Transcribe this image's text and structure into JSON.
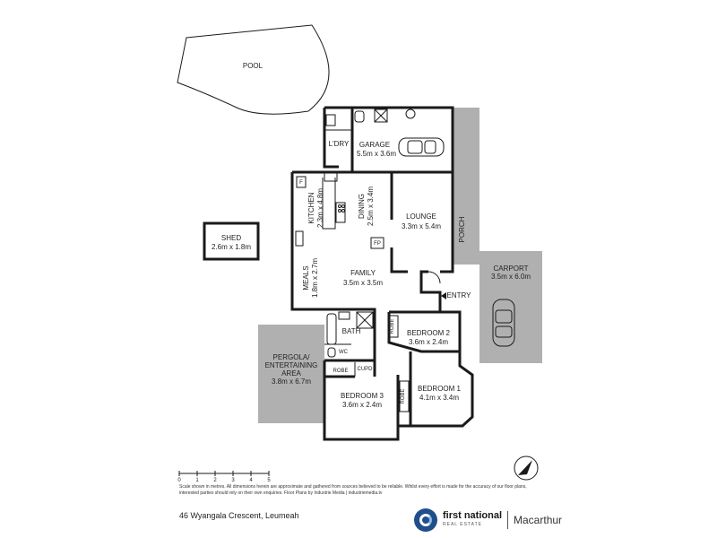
{
  "rooms": {
    "pool": "POOL",
    "laundry": "L'DRY",
    "garage": "GARAGE",
    "garage_dim": "5.5m x 3.6m",
    "kitchen": "KITCHEN",
    "kitchen_dim": "2.3m x 4.8m",
    "dining": "DINING",
    "dining_dim": "2.5m x 3.4m",
    "lounge": "LOUNGE",
    "lounge_dim": "3.3m x 5.4m",
    "porch": "PORCH",
    "shed": "SHED",
    "shed_dim": "2.6m x 1.8m",
    "meals": "MEALS",
    "meals_dim": "1.8m x 2.7m",
    "family": "FAMILY",
    "family_dim": "3.5m x 3.5m",
    "carport": "CARPORT",
    "carport_dim": "3.5m x 6.0m",
    "entry": "ENTRY",
    "bath": "BATH",
    "bedroom2": "BEDROOM 2",
    "bedroom2_dim": "3.6m x 2.4m",
    "wc": "WC",
    "pergola_1": "PERGOLA/",
    "pergola_2": "ENTERTAINING",
    "pergola_3": "AREA",
    "pergola_dim": "3.8m x 6.7m",
    "robe": "ROBE",
    "cupd": "CUPD",
    "bedroom3": "BEDROOM 3",
    "bedroom3_dim": "3.6m x 2.4m",
    "bedroom1": "BEDROOM 1",
    "bedroom1_dim": "4.1m x 3.4m",
    "fp": "FP",
    "f": "F",
    "robe2": "ROBE"
  },
  "footer": {
    "disclaimer": "Scale shown in metres. All dimensions herein are approximate and gathered from sources believed to be reliable. Whilst every effort is made for the accuracy of our floor plans, interested parties should rely on their own enquiries. Floor Plans by Industrie Media | industriemedia.tv",
    "address": "46 Wyangala Crescent, Leumeah",
    "brand": "first national",
    "brand_sub": "REAL ESTATE",
    "office": "Macarthur"
  },
  "scale_ticks": [
    "0",
    "1",
    "2",
    "3",
    "4",
    "5"
  ]
}
